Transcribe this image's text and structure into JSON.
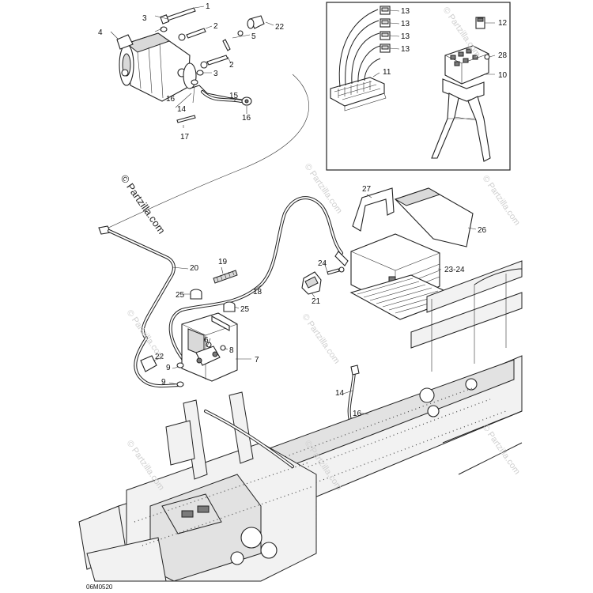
{
  "watermark": {
    "main": "© Partzilla.com",
    "faint": "© Partzilla.com"
  },
  "figure_code": "06M0520",
  "callouts": [
    {
      "id": "c1",
      "text": "1"
    },
    {
      "id": "c2a",
      "text": "2"
    },
    {
      "id": "c2b",
      "text": "2"
    },
    {
      "id": "c3a",
      "text": "3"
    },
    {
      "id": "c3b",
      "text": "3"
    },
    {
      "id": "c4",
      "text": "4"
    },
    {
      "id": "c5a",
      "text": "5"
    },
    {
      "id": "c6",
      "text": "6"
    },
    {
      "id": "c7",
      "text": "7"
    },
    {
      "id": "c8",
      "text": "8"
    },
    {
      "id": "c9a",
      "text": "9"
    },
    {
      "id": "c9b",
      "text": "9"
    },
    {
      "id": "c10",
      "text": "10"
    },
    {
      "id": "c11",
      "text": "11"
    },
    {
      "id": "c12",
      "text": "12"
    },
    {
      "id": "c13a",
      "text": "13"
    },
    {
      "id": "c13b",
      "text": "13"
    },
    {
      "id": "c13c",
      "text": "13"
    },
    {
      "id": "c13d",
      "text": "13"
    },
    {
      "id": "c14a",
      "text": "14"
    },
    {
      "id": "c14b",
      "text": "14"
    },
    {
      "id": "c15",
      "text": "15"
    },
    {
      "id": "c16a",
      "text": "16"
    },
    {
      "id": "c16b",
      "text": "16"
    },
    {
      "id": "c16c",
      "text": "16"
    },
    {
      "id": "c17",
      "text": "17"
    },
    {
      "id": "c18",
      "text": "18"
    },
    {
      "id": "c19",
      "text": "19"
    },
    {
      "id": "c20",
      "text": "20"
    },
    {
      "id": "c21",
      "text": "21"
    },
    {
      "id": "c22a",
      "text": "22"
    },
    {
      "id": "c22b",
      "text": "22"
    },
    {
      "id": "c23",
      "text": "23-24"
    },
    {
      "id": "c24",
      "text": "24"
    },
    {
      "id": "c25a",
      "text": "25"
    },
    {
      "id": "c25b",
      "text": "25"
    },
    {
      "id": "c26",
      "text": "26"
    },
    {
      "id": "c27",
      "text": "27"
    },
    {
      "id": "c28",
      "text": "28"
    }
  ]
}
